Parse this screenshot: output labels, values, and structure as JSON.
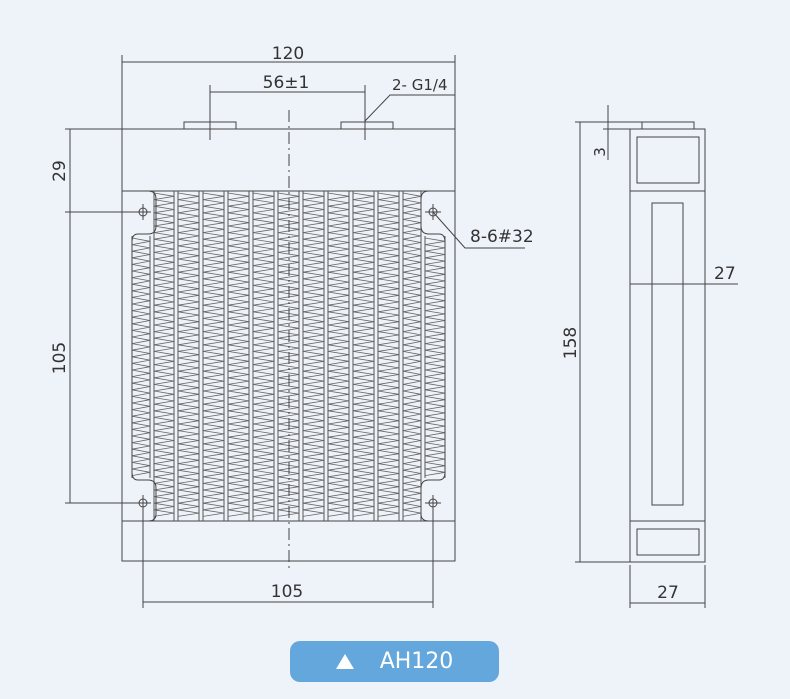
{
  "dimensions": {
    "width": "120",
    "port_spacing": "56±1",
    "port_thread": "2- G1/4",
    "top_offset": "29",
    "hole_vertical": "105",
    "hole_horizontal": "105",
    "screw_spec": "8-6#32",
    "height": "158",
    "port_height": "3",
    "thickness_side": "27",
    "thickness_bottom": "27"
  },
  "button": {
    "label": "AH120",
    "icon": "triangle-up-icon"
  },
  "colors": {
    "background": "#eef2f9",
    "button": "#64a7dc",
    "line": "#444444"
  }
}
